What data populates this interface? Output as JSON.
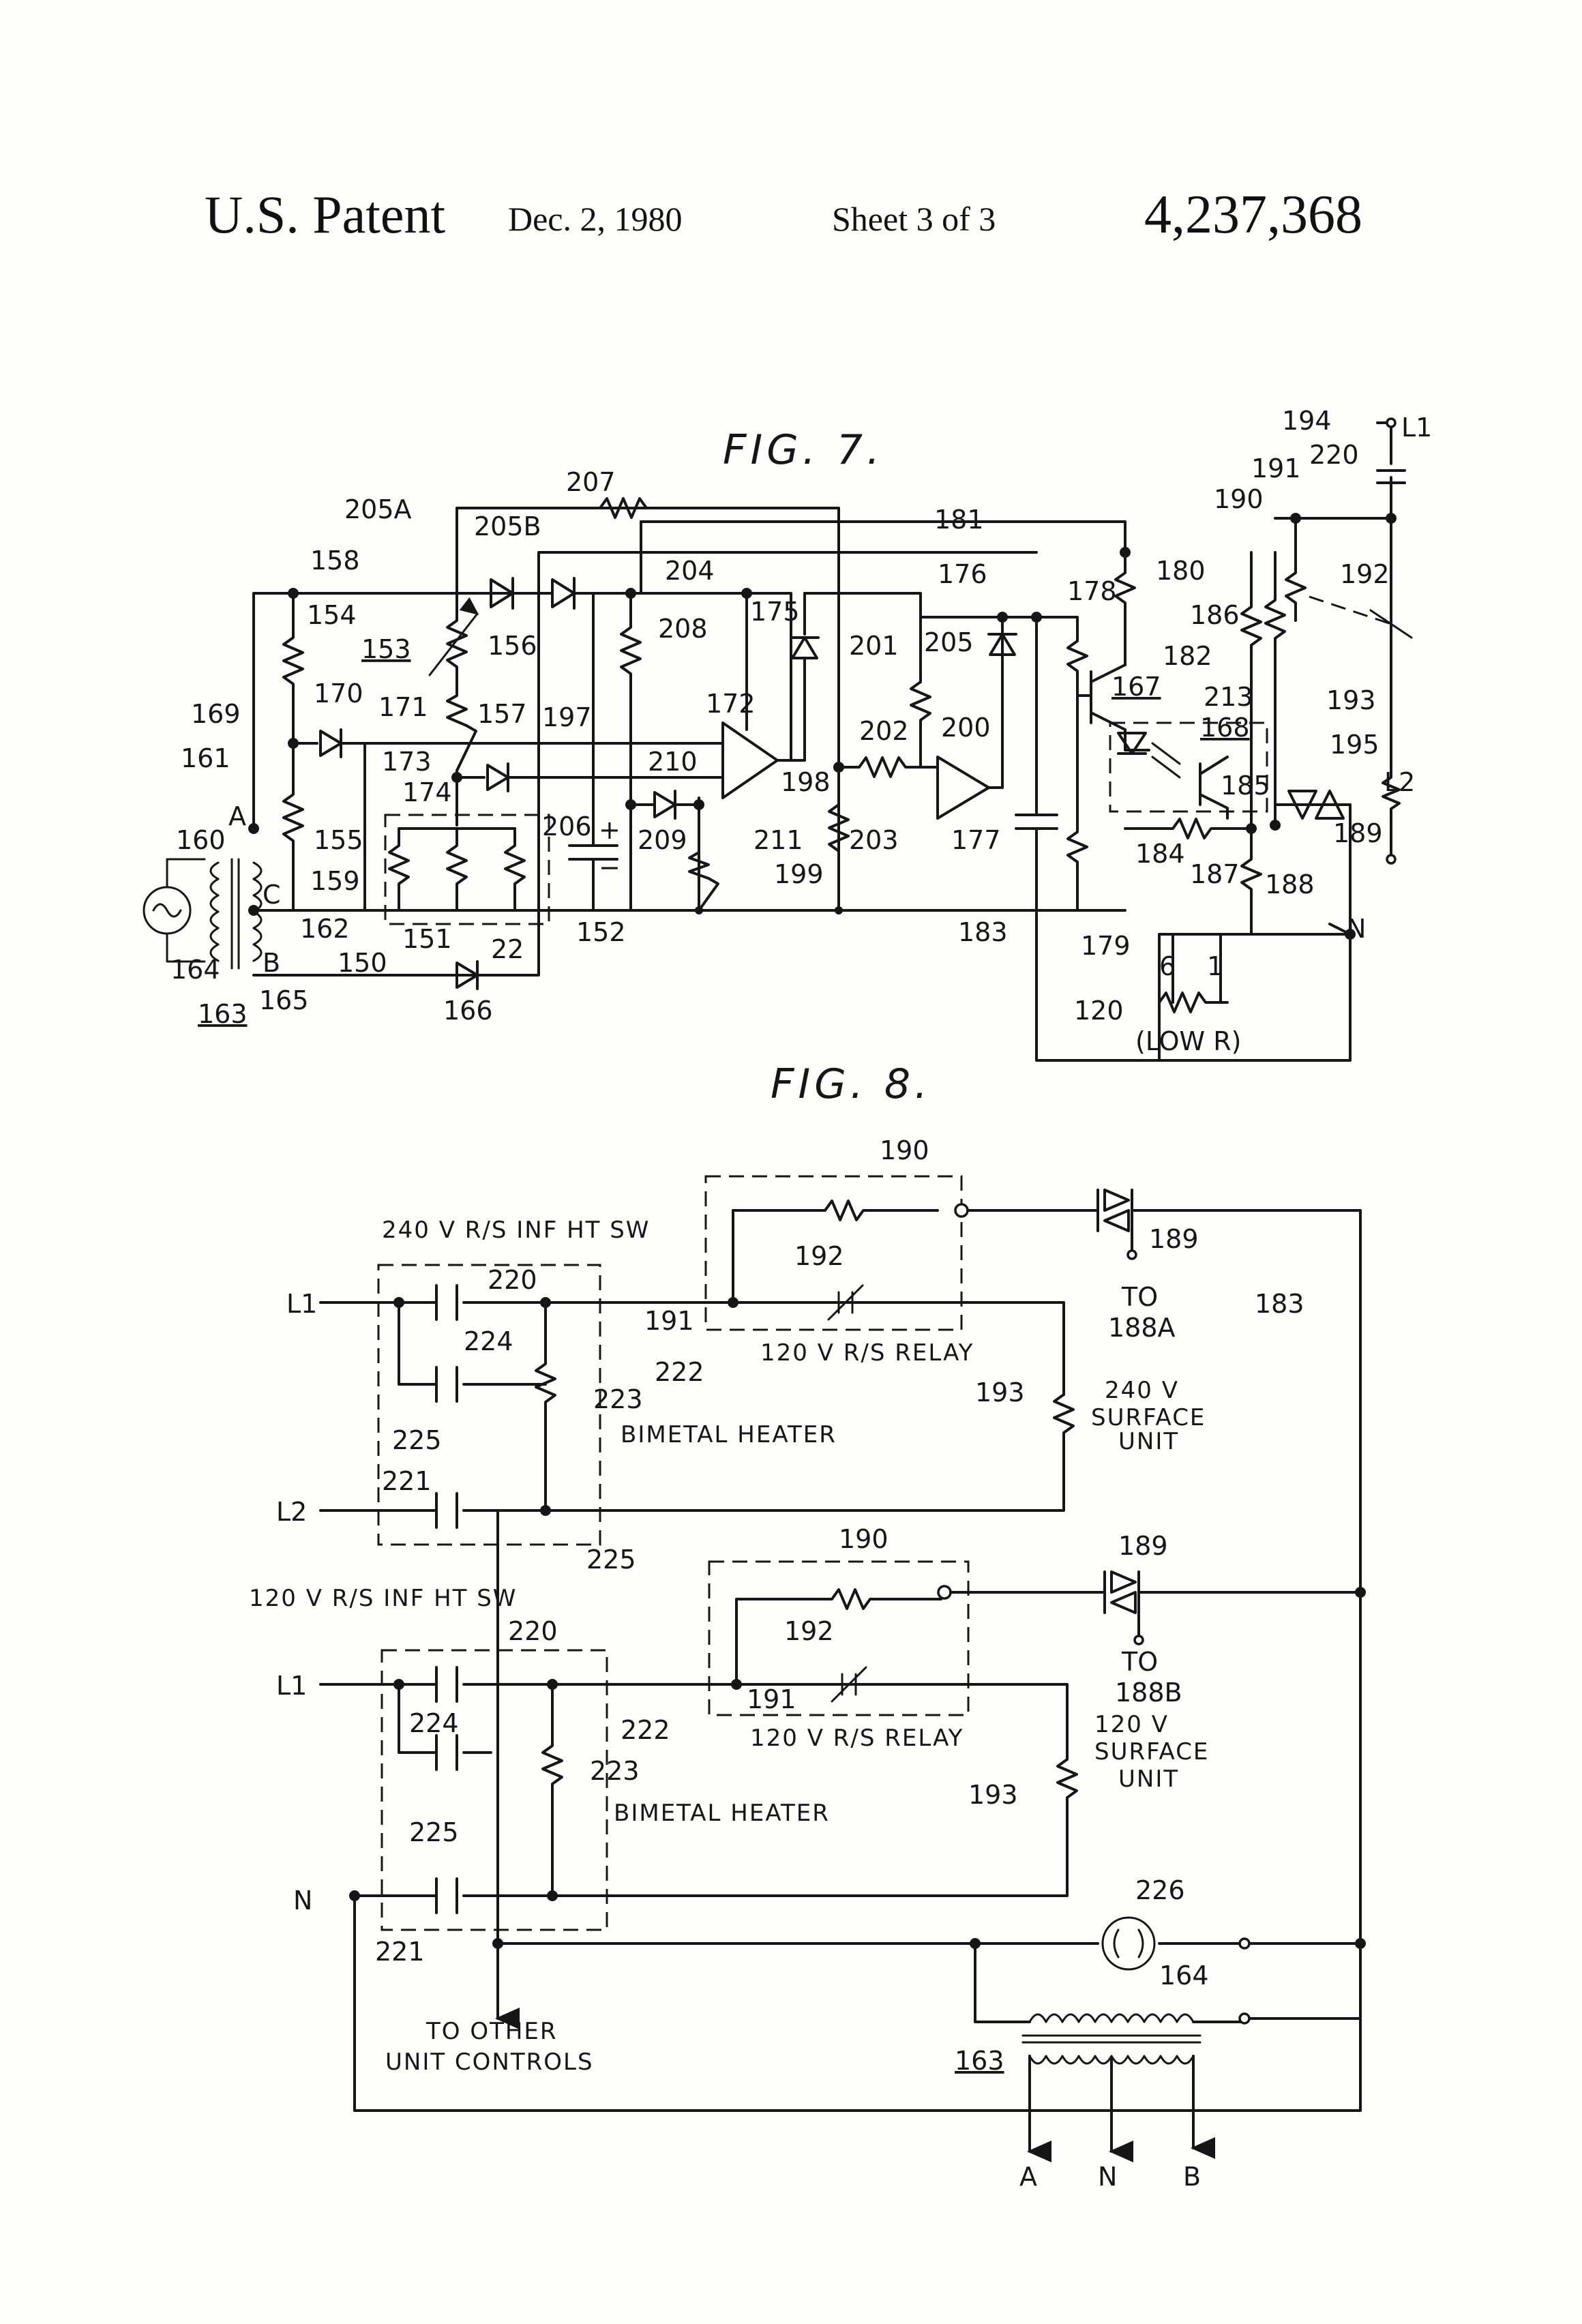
{
  "header": {
    "patent": "U.S. Patent",
    "date": "Dec. 2, 1980",
    "sheet": "Sheet 3 of 3",
    "number": "4,237,368"
  },
  "fig7": {
    "title": "FIG. 7.",
    "labels": {
      "n120": "120",
      "n150": "150",
      "n151": "151",
      "n152": "152",
      "n153": "153",
      "n154": "154",
      "n155": "155",
      "n156": "156",
      "n157": "157",
      "n158": "158",
      "n159": "159",
      "n160": "160",
      "n161": "161",
      "n162": "162",
      "n163": "163",
      "n164": "164",
      "n165": "165",
      "n166": "166",
      "n167": "167",
      "n168": "168",
      "n169": "169",
      "n170": "170",
      "n171": "171",
      "n172": "172",
      "n173": "173",
      "n174": "174",
      "n175": "175",
      "n176": "176",
      "n177": "177",
      "n178": "178",
      "n179": "179",
      "n180": "180",
      "n181": "181",
      "n182": "182",
      "n183": "183",
      "n184": "184",
      "n185": "185",
      "n186": "186",
      "n187": "187",
      "n188": "188",
      "n189": "189",
      "n190": "190",
      "n191": "191",
      "n192": "192",
      "n193": "193",
      "n194": "194",
      "n195": "195",
      "n197": "197",
      "n198": "198",
      "n199": "199",
      "n200": "200",
      "n201": "201",
      "n202": "202",
      "n203": "203",
      "n204": "204",
      "n205": "205",
      "n205a": "205A",
      "n205b": "205B",
      "n206": "206",
      "n207": "207",
      "n208": "208",
      "n209": "209",
      "n210": "210",
      "n211": "211",
      "n213": "213",
      "n220": "220",
      "n22": "22",
      "nodeA": "A",
      "nodeB": "B",
      "nodeC": "C",
      "nodeN": "N",
      "L1": "L1",
      "L2": "L2",
      "plus": "+",
      "minus": "−",
      "t6": "6",
      "t1": "1",
      "lowr": "(LOW R)"
    }
  },
  "fig8": {
    "title": "FIG. 8.",
    "labels": {
      "sw240": "240 V  R/S INF HT SW",
      "sw120": "120 V R/S INF HT SW",
      "relay_top": "120 V R/S RELAY",
      "relay_bot": "120 V R/S RELAY",
      "bimetal_top": "BIMETAL  HEATER",
      "bimetal_bot": "BIMETAL  HEATER",
      "unit240_l1": "240  V",
      "unit240_l2": "SURFACE",
      "unit240_l3": "UNIT",
      "unit120_l1": "120 V",
      "unit120_l2": "SURFACE",
      "unit120_l3": "UNIT",
      "to1": "TO",
      "to188a": "188A",
      "to2": "TO",
      "to188b": "188B",
      "other1": "TO  OTHER",
      "other2": "UNIT  CONTROLS",
      "L1a": "L1",
      "L2": "L2",
      "L1b": "L1",
      "N": "N",
      "A": "A",
      "Nb": "N",
      "B": "B",
      "t190a": "190",
      "t190b": "190",
      "t192a": "192",
      "t192b": "192",
      "t191a": "191",
      "t191b": "191",
      "t193a": "193",
      "t193b": "193",
      "t189a": "189",
      "t189b": "189",
      "t183": "183",
      "t220a": "220",
      "t220b": "220",
      "t221a": "221",
      "t221b": "221",
      "t222a": "222",
      "t222b": "222",
      "t223a": "223",
      "t223b": "223",
      "t224a": "224",
      "t224b": "224",
      "t225a": "225",
      "t225b": "225",
      "t225c": "225",
      "t226": "226",
      "t164": "164",
      "t163": "163"
    }
  }
}
